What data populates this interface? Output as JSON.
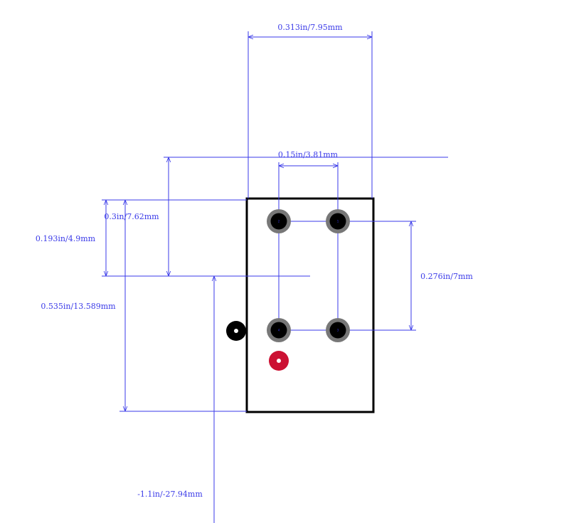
{
  "diagram": {
    "colors": {
      "dimension": "#3a3ae8",
      "outline": "#000000",
      "courtyard": "#e23c3c",
      "pad_ring": "#777777",
      "pad_hole": "#000000",
      "pin1_marker": "#000000",
      "origin_marker": "#cc1133",
      "background": "#ffffff"
    },
    "dimensions": {
      "overall_width": "0.313in/7.95mm",
      "pin_pitch_x": "0.15in/3.81mm",
      "pin_pitch_y": "0.276in/7mm",
      "top_to_row": "0.3in/7.62mm",
      "body_offset": "0.193in/4.9mm",
      "overall_height": "0.535in/13.589mm",
      "origin_offset": "-1.1in/-27.94mm"
    },
    "pads": [
      {
        "label": "2"
      },
      {
        "label": "1"
      },
      {
        "label": "4"
      },
      {
        "label": "3"
      }
    ]
  }
}
